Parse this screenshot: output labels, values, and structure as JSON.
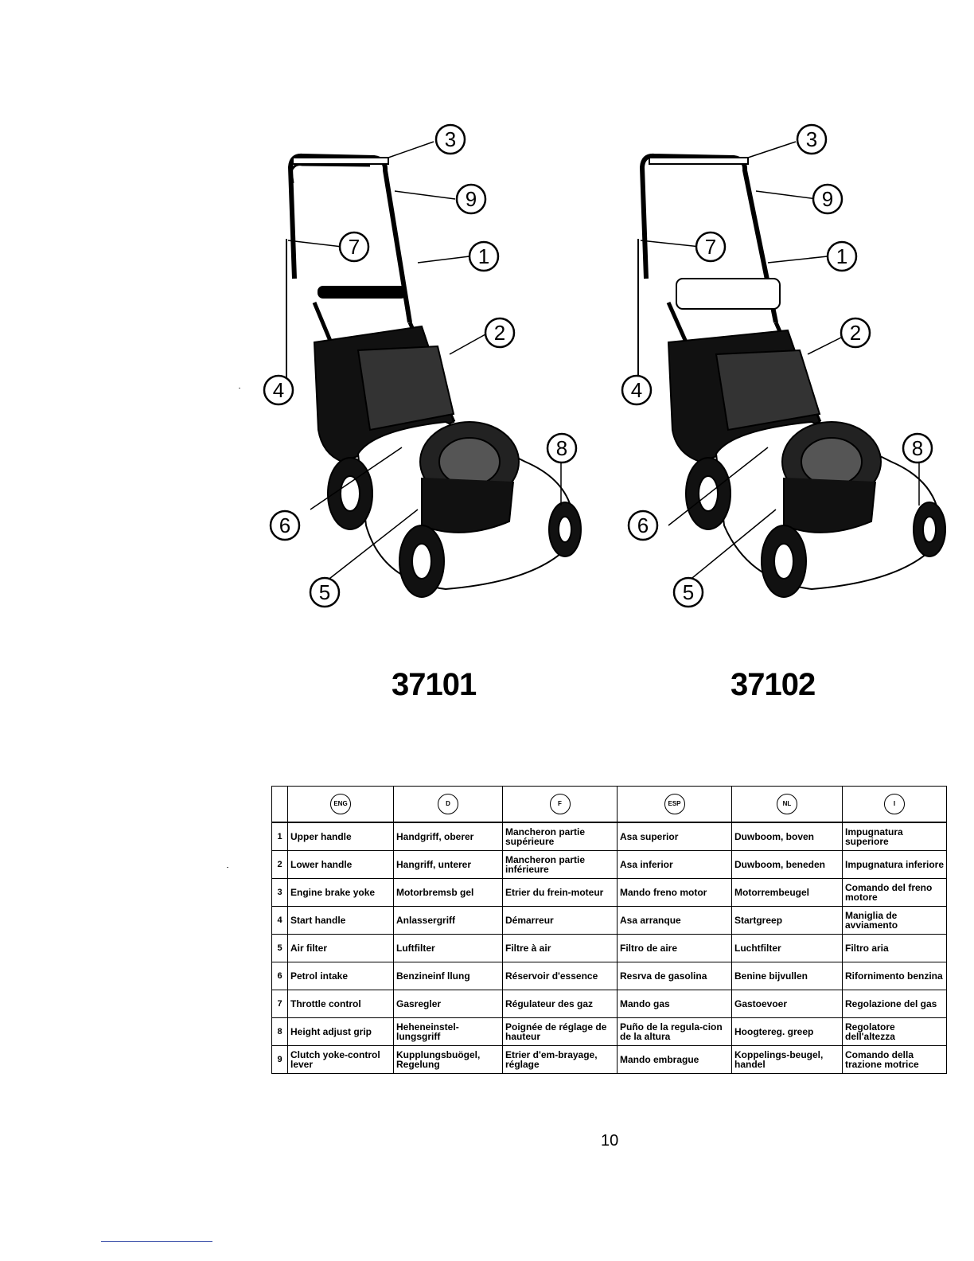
{
  "models": {
    "left": "37101",
    "right": "37102"
  },
  "callouts": {
    "c1": "1",
    "c2": "2",
    "c3": "3",
    "c4": "4",
    "c5": "5",
    "c6": "6",
    "c7": "7",
    "c8": "8",
    "c9": "9"
  },
  "table": {
    "languages": [
      "ENG",
      "D",
      "F",
      "ESP",
      "NL",
      "I"
    ],
    "rows": [
      {
        "n": "1",
        "en": "Upper handle",
        "de": "Handgriff, oberer",
        "fr": "Mancheron partie supérieure",
        "es": "Asa superior",
        "nl": "Duwboom, boven",
        "it": "Impugnatura superiore"
      },
      {
        "n": "2",
        "en": "Lower handle",
        "de": "Hangriff, unterer",
        "fr": "Mancheron partie inférieure",
        "es": "Asa inferior",
        "nl": "Duwboom, beneden",
        "it": "Impugnatura inferiore"
      },
      {
        "n": "3",
        "en": "Engine brake yoke",
        "de": "Motorbremsb gel",
        "fr": "Etrier du frein-moteur",
        "es": "Mando freno motor",
        "nl": "Motorrembeugel",
        "it": "Comando del freno motore"
      },
      {
        "n": "4",
        "en": "Start handle",
        "de": "Anlassergriff",
        "fr": "Démarreur",
        "es": "Asa arranque",
        "nl": "Startgreep",
        "it": "Maniglia de avviamento"
      },
      {
        "n": "5",
        "en": "Air filter",
        "de": "Luftfilter",
        "fr": "Filtre à air",
        "es": "Filtro de aire",
        "nl": "Luchtfilter",
        "it": "Filtro aria"
      },
      {
        "n": "6",
        "en": "Petrol intake",
        "de": "Benzineinf llung",
        "fr": "Réservoir d'essence",
        "es": "Resrva de gasolina",
        "nl": "Benine bijvullen",
        "it": "Rifornimento benzina"
      },
      {
        "n": "7",
        "en": "Throttle control",
        "de": "Gasregler",
        "fr": "Régulateur des gaz",
        "es": "Mando gas",
        "nl": "Gastoevoer",
        "it": "Regolazione del gas"
      },
      {
        "n": "8",
        "en": "Height adjust grip",
        "de": "Heheneinstel-lungsgriff",
        "fr": "Poignée de réglage de hauteur",
        "es": "Puño de la regula-cion de la altura",
        "nl": "Hoogtereg. greep",
        "it": "Regolatore dell'altezza"
      },
      {
        "n": "9",
        "en": "Clutch yoke-control lever",
        "de": "Kupplungsbuögel, Regelung",
        "fr": "Etrier d'em-brayage, réglage",
        "es": "Mando embrague",
        "nl": "Koppelings-beugel, handel",
        "it": "Comando della trazione motrice"
      }
    ]
  },
  "page_number": "10"
}
